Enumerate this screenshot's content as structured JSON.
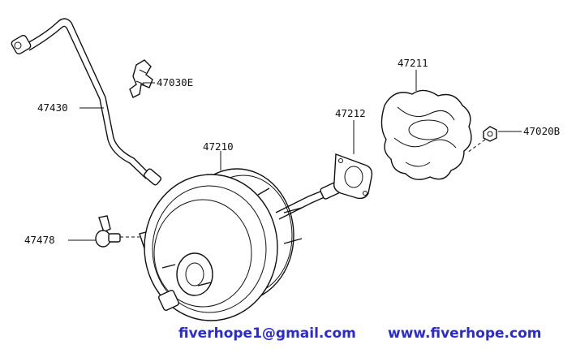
{
  "parts": {
    "vacuum_hose": "47430",
    "clamp": "47030E",
    "check_valve": "47478",
    "booster": "47210",
    "gasket": "47212",
    "insulator": "47211",
    "nut": "47020B"
  },
  "footer": {
    "email": "fiverhope1@gmail.com",
    "website": "www.fiverhope.com",
    "color": "#2b2bd6"
  }
}
